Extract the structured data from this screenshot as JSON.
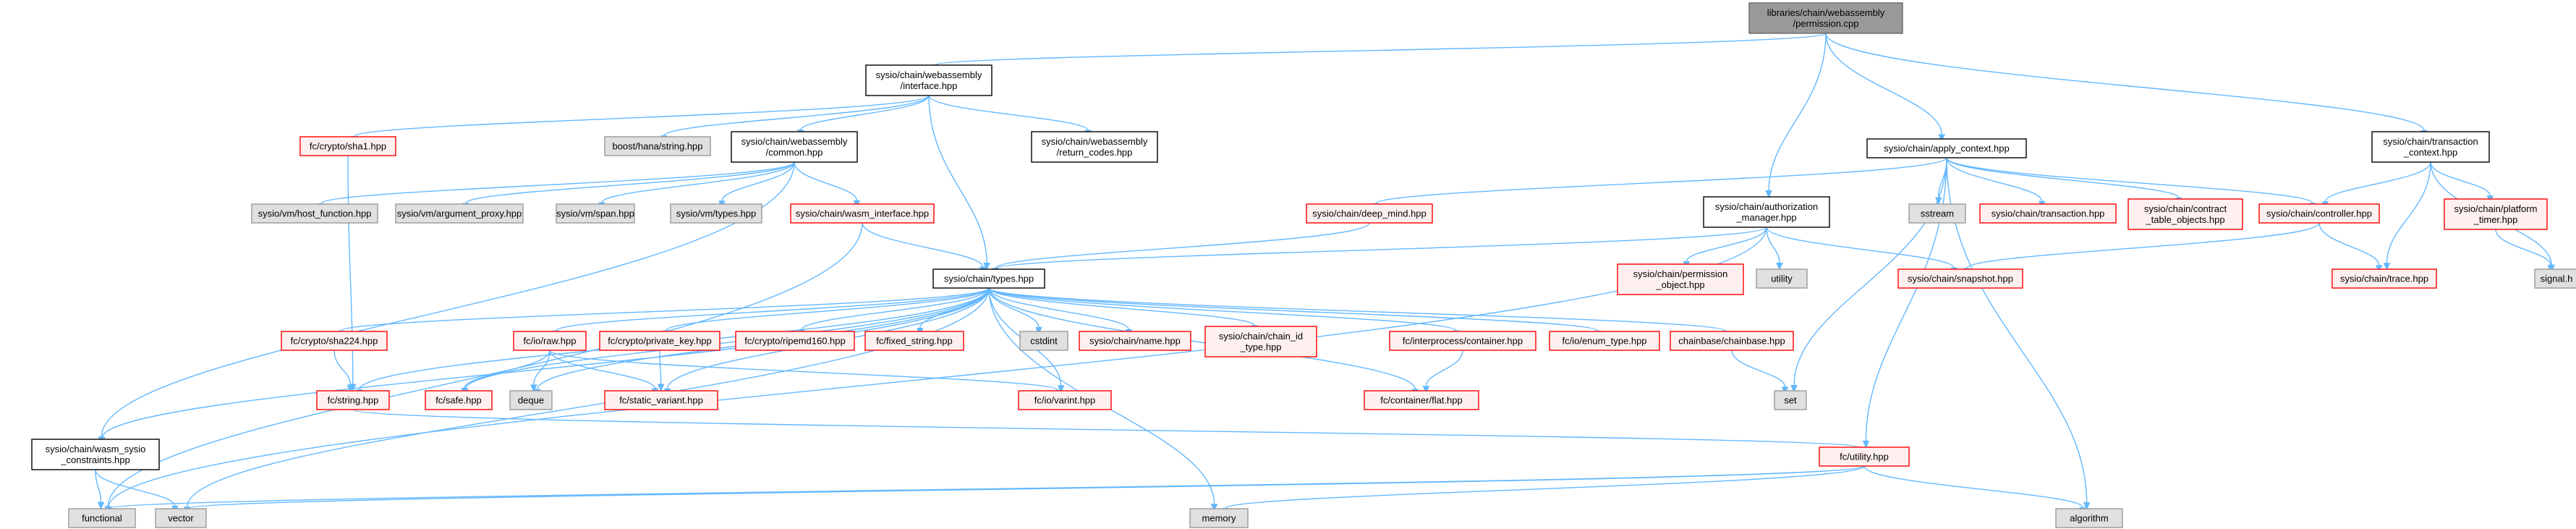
{
  "graph": {
    "colors": {
      "edge": "#63b8ff",
      "root_fill": "#999999",
      "root_border": "#666666",
      "doc_fill": "#ffffff",
      "doc_border": "#000000",
      "missing_border": "#ff0000",
      "missing_fill": "#fff0f0",
      "external_fill": "#e0e0e0",
      "external_border": "#999999"
    },
    "nodes": [
      {
        "id": "root",
        "kind": "root",
        "lines": [
          "libraries/chain/webassembly",
          "/permission.cpp"
        ]
      },
      {
        "id": "interface",
        "kind": "doc",
        "lines": [
          "sysio/chain/webassembly",
          "/interface.hpp"
        ]
      },
      {
        "id": "apply_context",
        "kind": "doc",
        "lines": [
          "sysio/chain/apply_context.hpp"
        ]
      },
      {
        "id": "authorization_manager",
        "kind": "doc",
        "lines": [
          "sysio/chain/authorization",
          "_manager.hpp"
        ]
      },
      {
        "id": "transaction_context",
        "kind": "doc",
        "lines": [
          "sysio/chain/transaction",
          "_context.hpp"
        ]
      },
      {
        "id": "sha1",
        "kind": "missing",
        "lines": [
          "fc/crypto/sha1.hpp"
        ]
      },
      {
        "id": "hana_string",
        "kind": "external",
        "lines": [
          "boost/hana/string.hpp"
        ]
      },
      {
        "id": "common",
        "kind": "doc",
        "lines": [
          "sysio/chain/webassembly",
          "/common.hpp"
        ]
      },
      {
        "id": "return_codes",
        "kind": "doc",
        "lines": [
          "sysio/chain/webassembly",
          "/return_codes.hpp"
        ]
      },
      {
        "id": "host_function",
        "kind": "external",
        "lines": [
          "sysio/vm/host_function.hpp"
        ]
      },
      {
        "id": "argument_proxy",
        "kind": "external",
        "lines": [
          "sysio/vm/argument_proxy.hpp"
        ]
      },
      {
        "id": "span",
        "kind": "external",
        "lines": [
          "sysio/vm/span.hpp"
        ]
      },
      {
        "id": "vm_types",
        "kind": "external",
        "lines": [
          "sysio/vm/types.hpp"
        ]
      },
      {
        "id": "wasm_interface",
        "kind": "missing",
        "lines": [
          "sysio/chain/wasm_interface.hpp"
        ]
      },
      {
        "id": "deep_mind",
        "kind": "missing",
        "lines": [
          "sysio/chain/deep_mind.hpp"
        ]
      },
      {
        "id": "sstream",
        "kind": "external",
        "lines": [
          "sstream"
        ]
      },
      {
        "id": "chain_transaction",
        "kind": "missing",
        "lines": [
          "sysio/chain/transaction.hpp"
        ]
      },
      {
        "id": "contract_table_objects",
        "kind": "missing",
        "lines": [
          "sysio/chain/contract",
          "_table_objects.hpp"
        ]
      },
      {
        "id": "controller",
        "kind": "missing",
        "lines": [
          "sysio/chain/controller.hpp"
        ]
      },
      {
        "id": "platform_timer",
        "kind": "missing",
        "lines": [
          "sysio/chain/platform",
          "_timer.hpp"
        ]
      },
      {
        "id": "signal",
        "kind": "external",
        "lines": [
          "signal.h"
        ]
      },
      {
        "id": "chain_types",
        "kind": "doc",
        "lines": [
          "sysio/chain/types.hpp"
        ]
      },
      {
        "id": "permission_object",
        "kind": "missing",
        "lines": [
          "sysio/chain/permission",
          "_object.hpp"
        ]
      },
      {
        "id": "utility",
        "kind": "external",
        "lines": [
          "utility"
        ]
      },
      {
        "id": "snapshot",
        "kind": "missing",
        "lines": [
          "sysio/chain/snapshot.hpp"
        ]
      },
      {
        "id": "trace",
        "kind": "missing",
        "lines": [
          "sysio/chain/trace.hpp"
        ]
      },
      {
        "id": "sha224",
        "kind": "missing",
        "lines": [
          "fc/crypto/sha224.hpp"
        ]
      },
      {
        "id": "fc_raw",
        "kind": "missing",
        "lines": [
          "fc/io/raw.hpp"
        ]
      },
      {
        "id": "private_key",
        "kind": "missing",
        "lines": [
          "fc/crypto/private_key.hpp"
        ]
      },
      {
        "id": "ripemd160",
        "kind": "missing",
        "lines": [
          "fc/crypto/ripemd160.hpp"
        ]
      },
      {
        "id": "fixed_string",
        "kind": "missing",
        "lines": [
          "fc/fixed_string.hpp"
        ]
      },
      {
        "id": "cstdint",
        "kind": "external",
        "lines": [
          "cstdint"
        ]
      },
      {
        "id": "chain_name",
        "kind": "missing",
        "lines": [
          "sysio/chain/name.hpp"
        ]
      },
      {
        "id": "chain_id_type",
        "kind": "missing",
        "lines": [
          "sysio/chain/chain_id",
          "_type.hpp"
        ]
      },
      {
        "id": "interprocess_container",
        "kind": "missing",
        "lines": [
          "fc/interprocess/container.hpp"
        ]
      },
      {
        "id": "enum_type",
        "kind": "missing",
        "lines": [
          "fc/io/enum_type.hpp"
        ]
      },
      {
        "id": "chainbase",
        "kind": "missing",
        "lines": [
          "chainbase/chainbase.hpp"
        ]
      },
      {
        "id": "fc_string",
        "kind": "missing",
        "lines": [
          "fc/string.hpp"
        ]
      },
      {
        "id": "fc_safe",
        "kind": "missing",
        "lines": [
          "fc/safe.hpp"
        ]
      },
      {
        "id": "deque",
        "kind": "external",
        "lines": [
          "deque"
        ]
      },
      {
        "id": "static_variant",
        "kind": "missing",
        "lines": [
          "fc/static_variant.hpp"
        ]
      },
      {
        "id": "varint",
        "kind": "missing",
        "lines": [
          "fc/io/varint.hpp"
        ]
      },
      {
        "id": "container_flat",
        "kind": "missing",
        "lines": [
          "fc/container/flat.hpp"
        ]
      },
      {
        "id": "set",
        "kind": "external",
        "lines": [
          "set"
        ]
      },
      {
        "id": "wasm_sysio_constraints",
        "kind": "doc",
        "lines": [
          "sysio/chain/wasm_sysio",
          "_constraints.hpp"
        ]
      },
      {
        "id": "fc_utility",
        "kind": "missing",
        "lines": [
          "fc/utility.hpp"
        ]
      },
      {
        "id": "functional",
        "kind": "external",
        "lines": [
          "functional"
        ]
      },
      {
        "id": "vector",
        "kind": "external",
        "lines": [
          "vector"
        ]
      },
      {
        "id": "memory",
        "kind": "external",
        "lines": [
          "memory"
        ]
      },
      {
        "id": "algorithm",
        "kind": "external",
        "lines": [
          "algorithm"
        ]
      }
    ],
    "edges": [
      [
        "root",
        "interface"
      ],
      [
        "root",
        "apply_context"
      ],
      [
        "root",
        "authorization_manager"
      ],
      [
        "root",
        "transaction_context"
      ],
      [
        "interface",
        "sha1"
      ],
      [
        "interface",
        "hana_string"
      ],
      [
        "interface",
        "common"
      ],
      [
        "interface",
        "return_codes"
      ],
      [
        "interface",
        "chain_types"
      ],
      [
        "common",
        "host_function"
      ],
      [
        "common",
        "argument_proxy"
      ],
      [
        "common",
        "span"
      ],
      [
        "common",
        "vm_types"
      ],
      [
        "common",
        "wasm_interface"
      ],
      [
        "common",
        "wasm_sysio_constraints"
      ],
      [
        "wasm_interface",
        "chain_types"
      ],
      [
        "wasm_interface",
        "functional"
      ],
      [
        "sha1",
        "fc_string"
      ],
      [
        "apply_context",
        "deep_mind"
      ],
      [
        "apply_context",
        "sstream"
      ],
      [
        "apply_context",
        "chain_transaction"
      ],
      [
        "apply_context",
        "contract_table_objects"
      ],
      [
        "apply_context",
        "controller"
      ],
      [
        "apply_context",
        "set"
      ],
      [
        "apply_context",
        "fc_utility"
      ],
      [
        "apply_context",
        "algorithm"
      ],
      [
        "deep_mind",
        "chain_types"
      ],
      [
        "authorization_manager",
        "chain_types"
      ],
      [
        "authorization_manager",
        "permission_object"
      ],
      [
        "authorization_manager",
        "utility"
      ],
      [
        "authorization_manager",
        "snapshot"
      ],
      [
        "authorization_manager",
        "functional"
      ],
      [
        "transaction_context",
        "controller"
      ],
      [
        "transaction_context",
        "platform_timer"
      ],
      [
        "transaction_context",
        "trace"
      ],
      [
        "transaction_context",
        "signal"
      ],
      [
        "controller",
        "snapshot"
      ],
      [
        "controller",
        "trace"
      ],
      [
        "platform_timer",
        "signal"
      ],
      [
        "chain_types",
        "sha224"
      ],
      [
        "chain_types",
        "fc_raw"
      ],
      [
        "chain_types",
        "private_key"
      ],
      [
        "chain_types",
        "ripemd160"
      ],
      [
        "chain_types",
        "fixed_string"
      ],
      [
        "chain_types",
        "cstdint"
      ],
      [
        "chain_types",
        "chain_name"
      ],
      [
        "chain_types",
        "chain_id_type"
      ],
      [
        "chain_types",
        "interprocess_container"
      ],
      [
        "chain_types",
        "enum_type"
      ],
      [
        "chain_types",
        "chainbase"
      ],
      [
        "chain_types",
        "fc_string"
      ],
      [
        "chain_types",
        "fc_safe"
      ],
      [
        "chain_types",
        "deque"
      ],
      [
        "chain_types",
        "static_variant"
      ],
      [
        "chain_types",
        "varint"
      ],
      [
        "chain_types",
        "container_flat"
      ],
      [
        "chain_types",
        "wasm_sysio_constraints"
      ],
      [
        "chain_types",
        "vector"
      ],
      [
        "chain_types",
        "memory"
      ],
      [
        "sha224",
        "fc_string"
      ],
      [
        "fc_raw",
        "fc_safe"
      ],
      [
        "fc_raw",
        "deque"
      ],
      [
        "fc_raw",
        "static_variant"
      ],
      [
        "fc_raw",
        "varint"
      ],
      [
        "private_key",
        "static_variant"
      ],
      [
        "interprocess_container",
        "container_flat"
      ],
      [
        "chainbase",
        "set"
      ],
      [
        "fc_string",
        "fc_utility"
      ],
      [
        "wasm_sysio_constraints",
        "functional"
      ],
      [
        "wasm_sysio_constraints",
        "vector"
      ],
      [
        "fc_utility",
        "functional"
      ],
      [
        "fc_utility",
        "vector"
      ],
      [
        "fc_utility",
        "memory"
      ],
      [
        "fc_utility",
        "algorithm"
      ]
    ]
  }
}
